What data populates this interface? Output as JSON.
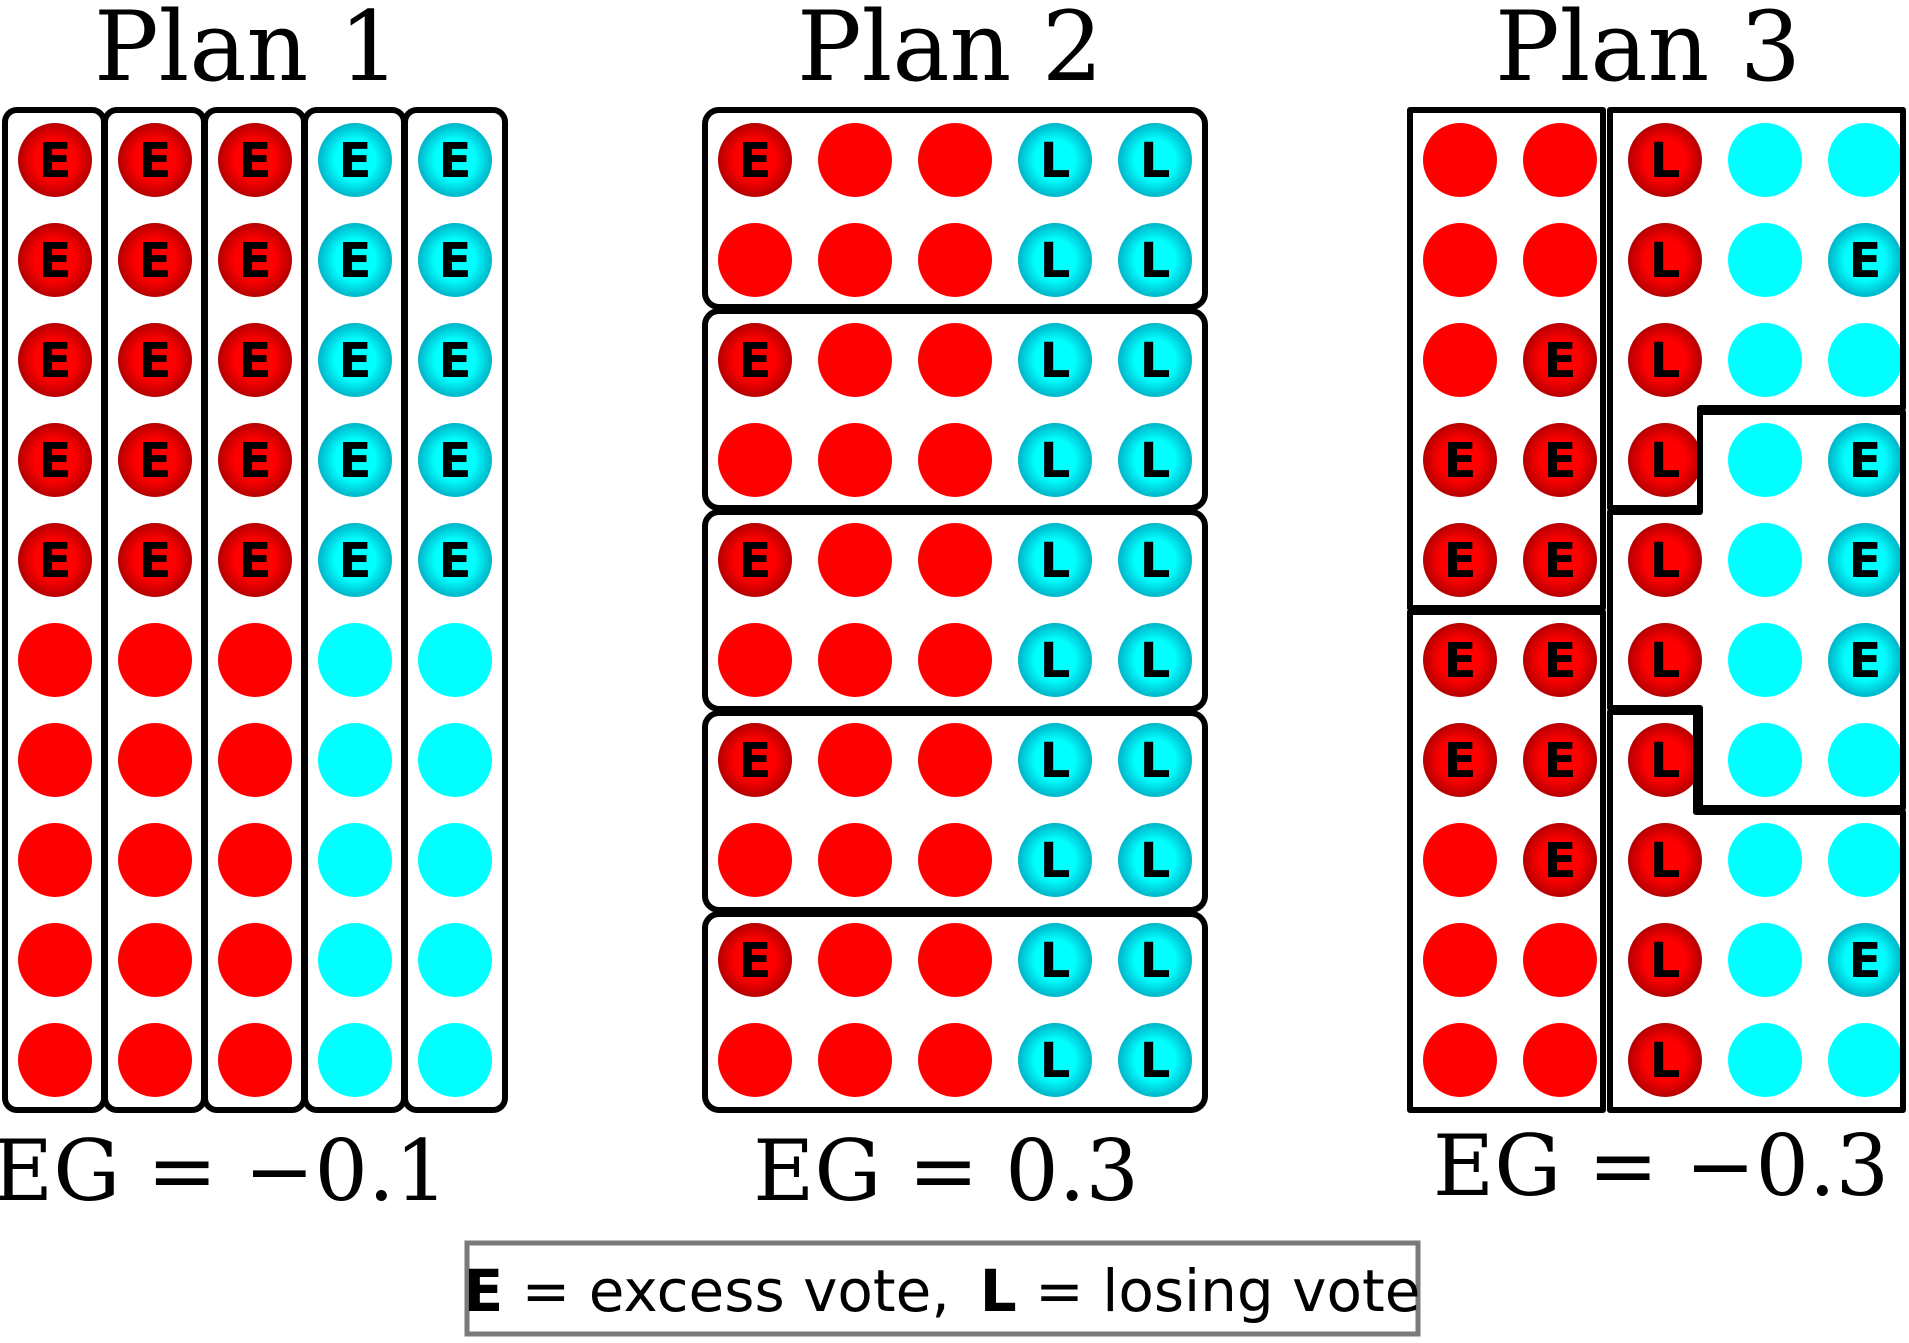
{
  "colors": {
    "party_red": "#ff0000",
    "party_cyan": "#00ffff",
    "outline": "#000000",
    "legend_border": "#7a7a7a"
  },
  "plans": [
    {
      "title": "Plan 1",
      "eg_label": "EG = −0.1",
      "grid": [
        [
          "RE",
          "RE",
          "RE",
          "CE",
          "CE"
        ],
        [
          "RE",
          "RE",
          "RE",
          "CE",
          "CE"
        ],
        [
          "RE",
          "RE",
          "RE",
          "CE",
          "CE"
        ],
        [
          "RE",
          "RE",
          "RE",
          "CE",
          "CE"
        ],
        [
          "RE",
          "RE",
          "RE",
          "CE",
          "CE"
        ],
        [
          "R",
          "R",
          "R",
          "C",
          "C"
        ],
        [
          "R",
          "R",
          "R",
          "C",
          "C"
        ],
        [
          "R",
          "R",
          "R",
          "C",
          "C"
        ],
        [
          "R",
          "R",
          "R",
          "C",
          "C"
        ],
        [
          "R",
          "R",
          "R",
          "C",
          "C"
        ]
      ]
    },
    {
      "title": "Plan 2",
      "eg_label": "EG = 0.3",
      "grid": [
        [
          "RE",
          "R",
          "R",
          "CL",
          "CL"
        ],
        [
          "R",
          "R",
          "R",
          "CL",
          "CL"
        ],
        [
          "RE",
          "R",
          "R",
          "CL",
          "CL"
        ],
        [
          "R",
          "R",
          "R",
          "CL",
          "CL"
        ],
        [
          "RE",
          "R",
          "R",
          "CL",
          "CL"
        ],
        [
          "R",
          "R",
          "R",
          "CL",
          "CL"
        ],
        [
          "RE",
          "R",
          "R",
          "CL",
          "CL"
        ],
        [
          "R",
          "R",
          "R",
          "CL",
          "CL"
        ],
        [
          "RE",
          "R",
          "R",
          "CL",
          "CL"
        ],
        [
          "R",
          "R",
          "R",
          "CL",
          "CL"
        ]
      ]
    },
    {
      "title": "Plan 3",
      "eg_label": "EG = −0.3",
      "grid": [
        [
          "R",
          "R",
          "RL",
          "C",
          "C"
        ],
        [
          "R",
          "R",
          "RL",
          "C",
          "CE"
        ],
        [
          "R",
          "RE",
          "RL",
          "C",
          "C"
        ],
        [
          "RE",
          "RE",
          "RL",
          "C",
          "CE"
        ],
        [
          "RE",
          "RE",
          "RL",
          "C",
          "CE"
        ],
        [
          "RE",
          "RE",
          "RL",
          "C",
          "CE"
        ],
        [
          "RE",
          "RE",
          "RL",
          "C",
          "C"
        ],
        [
          "R",
          "RE",
          "RL",
          "C",
          "C"
        ],
        [
          "R",
          "R",
          "RL",
          "C",
          "CE"
        ],
        [
          "R",
          "R",
          "RL",
          "C",
          "C"
        ]
      ]
    }
  ],
  "legend": {
    "e_key": "E",
    "e_text": " = excess vote,",
    "l_key": "L",
    "l_text": " = losing vote"
  }
}
